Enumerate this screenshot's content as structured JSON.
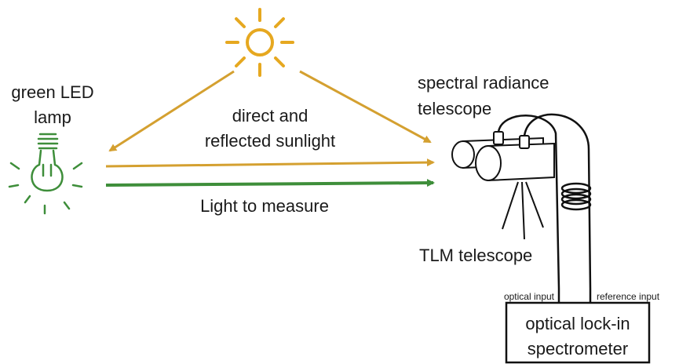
{
  "labels": {
    "lamp_line1": "green LED",
    "lamp_line2": "lamp",
    "sunlight_line1": "direct and",
    "sunlight_line2": "reflected sunlight",
    "light_to_measure": "Light to measure",
    "spectral_line1": "spectral radiance",
    "spectral_line2": "telescope",
    "tlm_telescope": "TLM telescope",
    "optical_input": "optical input",
    "reference_input": "reference input",
    "spectrometer_line1": "optical lock-in",
    "spectrometer_line2": "spectrometer"
  },
  "colors": {
    "sun": "#E6A820",
    "sunlight_arrow": "#D4A030",
    "led_green": "#3E8E3A",
    "line": "#111111"
  },
  "icons": {
    "sun": "sun-icon",
    "lamp": "light-bulb-icon"
  }
}
